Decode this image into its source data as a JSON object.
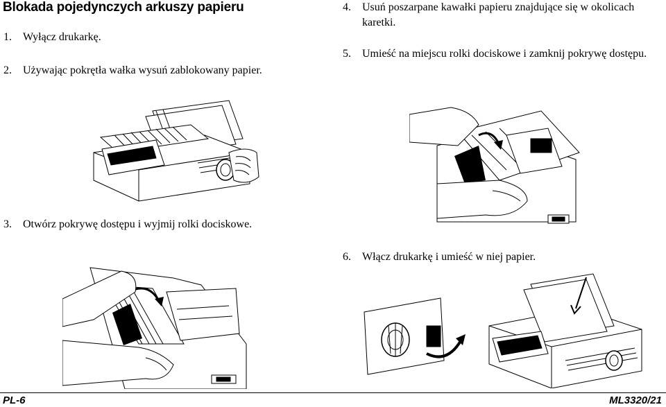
{
  "header": {
    "title": "Blokada pojedynczych arkuszy papieru"
  },
  "steps": [
    {
      "num": "1.",
      "text": "Wyłącz drukarkę."
    },
    {
      "num": "2.",
      "text": "Używając pokrętła wałka wysuń zablokowany papier."
    },
    {
      "num": "3.",
      "text": "Otwórz pokrywę dostępu i wyjmij rolki dociskowe."
    },
    {
      "num": "4.",
      "text": "Usuń poszarpane kawałki papieru znajdujące się w okolicach karetki."
    },
    {
      "num": "5.",
      "text": "Umieść na miejscu rolki dociskowe i zamknij pokrywę dostępu."
    },
    {
      "num": "6.",
      "text": "Włącz drukarkę i umieść w niej papier."
    }
  ],
  "illustrations": [
    "printer-knob-illustration",
    "open-cover-illustration",
    "close-cover-illustration",
    "power-on-load-paper-illustration"
  ],
  "footer": {
    "left": "PL-6",
    "right": "ML3320/21"
  }
}
